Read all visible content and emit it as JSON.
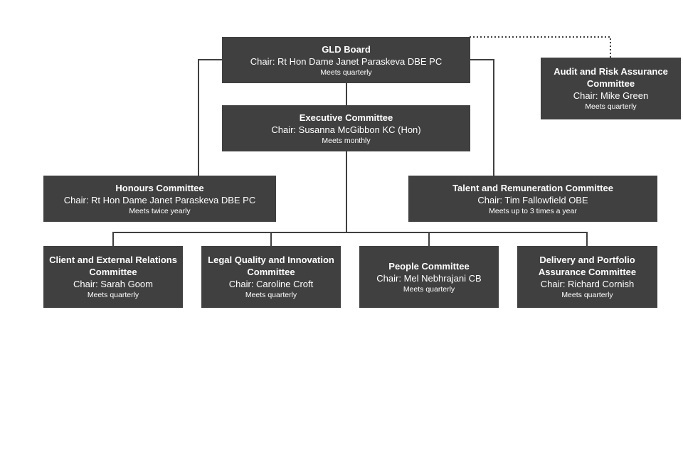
{
  "committees": {
    "board": {
      "title": "GLD Board",
      "chair": "Chair: Rt Hon Dame Janet Paraskeva DBE PC",
      "meets": "Meets quarterly"
    },
    "audit": {
      "title": "Audit and Risk Assurance Committee",
      "chair": "Chair: Mike Green",
      "meets": "Meets quarterly"
    },
    "executive": {
      "title": "Executive Committee",
      "chair": "Chair: Susanna McGibbon KC (Hon)",
      "meets": "Meets monthly"
    },
    "honours": {
      "title": "Honours Committee",
      "chair": "Chair: Rt Hon Dame Janet Paraskeva DBE PC",
      "meets": "Meets twice yearly"
    },
    "talent": {
      "title": "Talent and Remuneration Committee",
      "chair": "Chair: Tim Fallowfield OBE",
      "meets": "Meets up to 3 times a year"
    },
    "client": {
      "title": "Client and External Relations Committee",
      "chair": "Chair: Sarah Goom",
      "meets": "Meets quarterly"
    },
    "legal": {
      "title": "Legal Quality and Innovation Committee",
      "chair": "Chair: Caroline Croft",
      "meets": "Meets quarterly"
    },
    "people": {
      "title": "People Committee",
      "chair": "Chair: Mel Nebhrajani CB",
      "meets": "Meets quarterly"
    },
    "delivery": {
      "title": "Delivery and Portfolio Assurance Committee",
      "chair": "Chair: Richard Cornish",
      "meets": "Meets quarterly"
    }
  },
  "colors": {
    "box": "#404040",
    "text": "#ffffff",
    "line": "#404040"
  }
}
